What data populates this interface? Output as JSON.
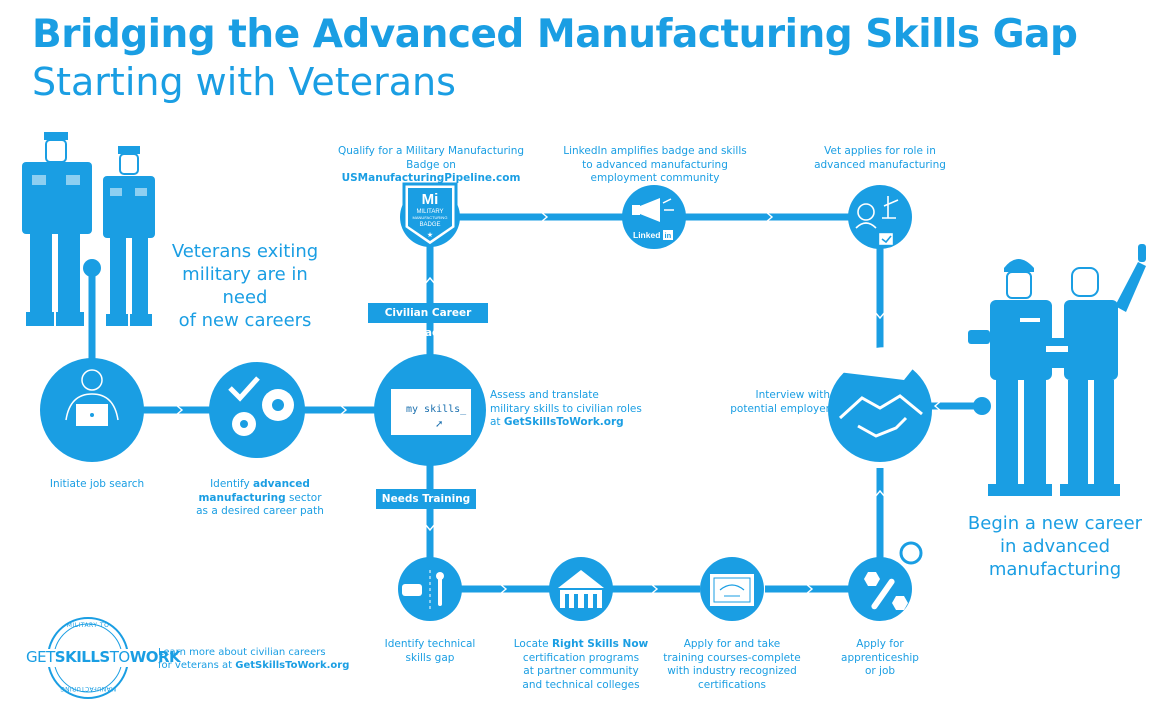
{
  "header": {
    "title": "Bridging the Advanced Manufacturing Skills Gap",
    "subtitle": "Starting with Veterans"
  },
  "colors": {
    "accent": "#1a9ee3",
    "dark_accent": "#1a6fae",
    "background": "#ffffff"
  },
  "intro_text": [
    "Veterans exiting",
    "military are in need",
    "of new careers"
  ],
  "outro_text": [
    "Begin a new career",
    "in advanced",
    "manufacturing"
  ],
  "steps": {
    "initiate": {
      "label": "Initiate job search",
      "icon": "laptop-person-icon"
    },
    "identify_sector": {
      "pre": "Identify ",
      "bold": "advanced manufacturing",
      "post": " sector",
      "line2": "as a desired career path",
      "icon": "gears-icon"
    },
    "assess": {
      "line1": "Assess and translate",
      "line2": "military skills to civilian roles",
      "pre3": "at ",
      "bold3": "GetSkillsToWork.org",
      "screen_text": "my skills_",
      "icon": "computer-screen-icon"
    },
    "badge": {
      "line1": "Qualify for a Military Manufacturing",
      "pre2": "Badge on ",
      "bold2": "USManufacturingPipeline.com",
      "icon": "military-badge-icon",
      "badge_text": [
        "MILITARY",
        "MANUFACTURING",
        "BADGE"
      ]
    },
    "linkedin": {
      "line1": "LinkedIn amplifies badge and skills",
      "line2": "to advanced manufacturing",
      "line3": "employment community",
      "icon_text": "Linked in",
      "icon": "megaphone-linkedin-icon"
    },
    "apply_role": {
      "line1": "Vet applies for role in",
      "line2": "advanced manufacturing",
      "icon": "vet-application-icon"
    },
    "interview": {
      "line1": "Interview with",
      "line2": "potential employer",
      "icon": "handshake-icon"
    },
    "tech_gap": {
      "line1": "Identify technical",
      "line2": "skills gap",
      "icon": "hand-tools-icon"
    },
    "locate": {
      "pre1": "Locate ",
      "bold1": "Right Skills Now",
      "line2": "certification programs",
      "line3": "at partner community",
      "line4": "and technical colleges",
      "icon": "college-building-icon"
    },
    "training": {
      "line1": "Apply for and take",
      "line2": "training courses-complete",
      "line3": "with industry recognized",
      "line4": "certifications",
      "icon": "certificate-icon"
    },
    "apprentice": {
      "line1": "Apply for",
      "line2": "apprenticeship",
      "line3": "or job",
      "icon": "wrench-hex-icon"
    }
  },
  "branches": {
    "ready": "Civilian Career Ready",
    "training": "Needs Training"
  },
  "footer": {
    "logo_word_get": "GET",
    "logo_word_skills": "SKILLS",
    "logo_word_to": "TO",
    "logo_word_work": "WORK",
    "logo_ring_top": "MILITARY TO",
    "logo_ring_bottom": "MANUFACTURING",
    "line1": "Learn more about civilian careers",
    "pre2": "for veterans at ",
    "bold2": "GetSkillsToWork.org"
  }
}
